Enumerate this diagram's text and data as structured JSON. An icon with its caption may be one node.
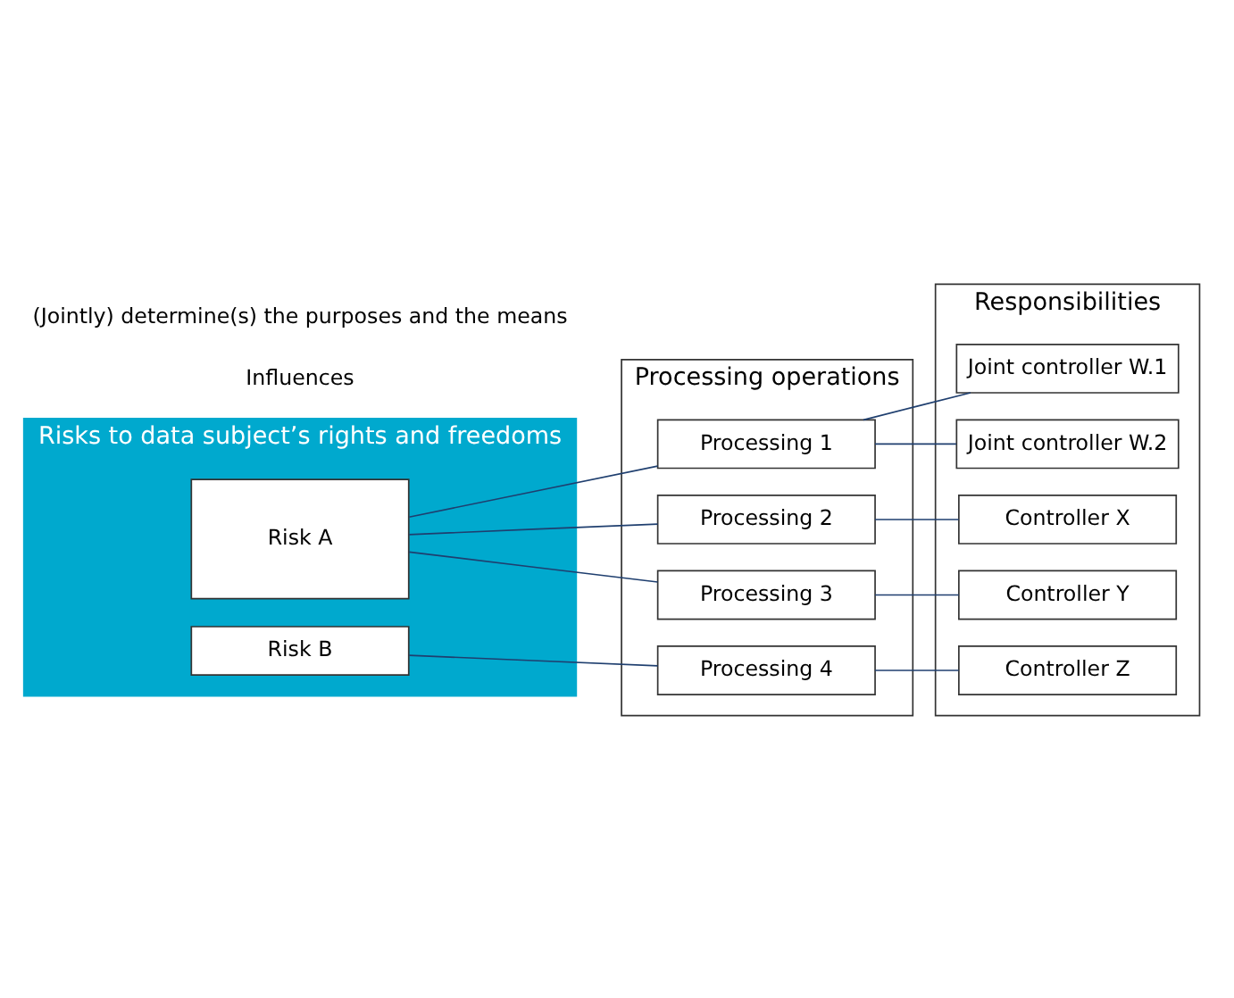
{
  "diagram": {
    "nodes": [
      {
        "text": [
          "Risks to data subject’s rights and freedoms"
        ]
      },
      {
        "text": [
          "Risk A"
        ],
        "in": 0
      },
      {
        "text": [
          "Risk B"
        ],
        "in": 0
      },
      {
        "text": [
          "Processing operations"
        ]
      },
      {
        "text": [
          "Processing 1"
        ],
        "in": 3
      },
      {
        "text": [
          "Processing 2"
        ],
        "in": 3
      },
      {
        "text": [
          "Processing 3"
        ],
        "in": 3
      },
      {
        "text": [
          "Processing 4"
        ],
        "in": 3
      },
      {
        "text": [
          "Responsibilities"
        ]
      },
      {
        "text": [
          "Joint controller W.1"
        ],
        "in": 8
      },
      {
        "text": [
          "Joint controller W.2"
        ],
        "in": 8
      },
      {
        "text": [
          "Controller X"
        ],
        "in": 8
      },
      {
        "text": [
          "Controller Y"
        ],
        "in": 8
      },
      {
        "text": [
          "Controller Z"
        ],
        "in": 8
      }
    ],
    "edges": [
      {
        "from": 1,
        "to": 4,
        "arrow": "none"
      },
      {
        "from": 1,
        "to": 5,
        "arrow": "none"
      },
      {
        "from": 1,
        "to": 6,
        "arrow": "none"
      },
      {
        "from": 2,
        "to": 7,
        "arrow": "none"
      },
      {
        "from": 4,
        "to": 9,
        "arrow": "none"
      },
      {
        "from": 4,
        "to": 10,
        "arrow": "none"
      },
      {
        "from": 5,
        "to": 11,
        "arrow": "none"
      },
      {
        "from": 6,
        "to": 12,
        "arrow": "none"
      },
      {
        "from": 7,
        "to": 13,
        "arrow": "none"
      }
    ],
    "labels": [
      "Influences",
      "(Jointly) determine(s) the purposes and the means"
    ]
  }
}
